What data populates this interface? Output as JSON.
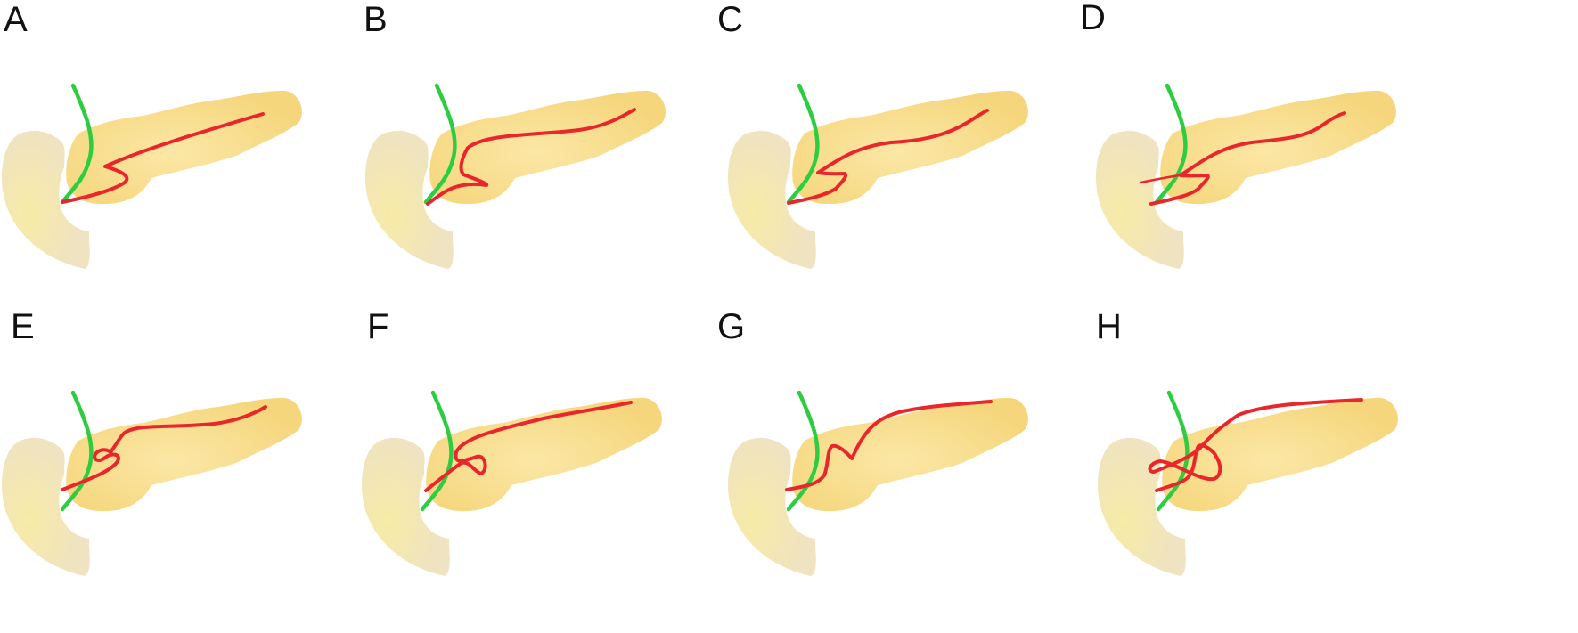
{
  "panels": [
    {
      "label": "A",
      "variant": "a"
    },
    {
      "label": "B",
      "variant": "b"
    },
    {
      "label": "C",
      "variant": "c"
    },
    {
      "label": "D",
      "variant": "d"
    },
    {
      "label": "E",
      "variant": "e"
    },
    {
      "label": "F",
      "variant": "f"
    },
    {
      "label": "G",
      "variant": "g"
    },
    {
      "label": "H",
      "variant": "h"
    }
  ],
  "colors": {
    "pancreas": "#f5d67c",
    "pancreas_core": "#f9e6a8",
    "duodenum": "#efe3c2",
    "duodenum_core": "#f6edb2",
    "bile_duct": "#2ecc40",
    "pancreatic_duct": "#e8262b",
    "label": "#111111"
  }
}
